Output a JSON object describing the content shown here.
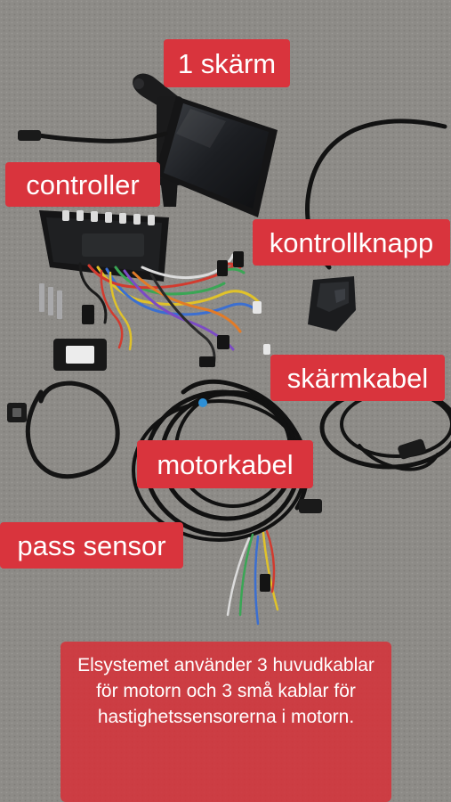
{
  "labels": {
    "screen": "1 skärm",
    "controller": "controller",
    "control_knob": "kontrollknapp",
    "display_cable": "skärmkabel",
    "motor_cable": "motorkabel",
    "pas_sensor": "pass sensor"
  },
  "info": {
    "text": "Elsystemet använder 3 huvudkablar för motorn och 3 små kablar för hastighetssensorerna i motorn."
  },
  "colors": {
    "label_background": "#d9343d",
    "label_background_translucent": "rgba(214, 48, 56, 0.86)",
    "backdrop": "#8d8b87",
    "cable": "#161616"
  }
}
